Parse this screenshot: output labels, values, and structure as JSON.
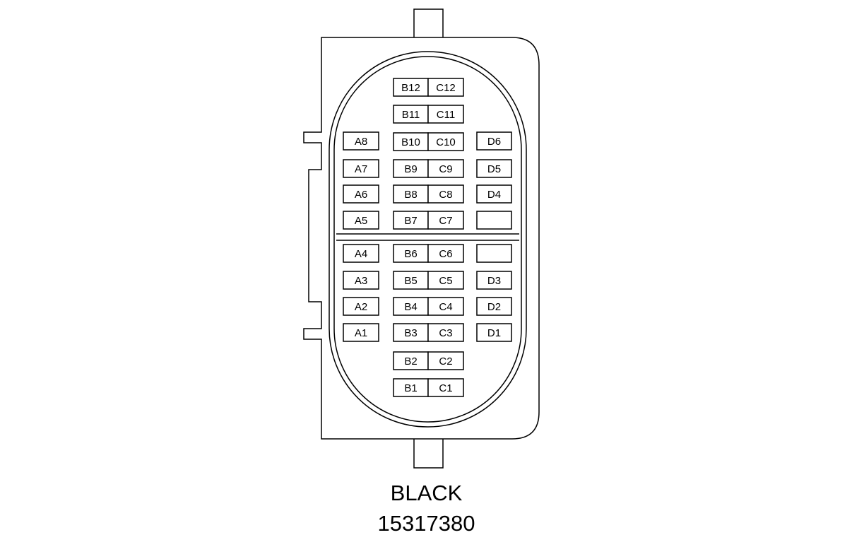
{
  "connector": {
    "color_label": "BLACK",
    "part_number": "15317380",
    "colors": {
      "line": "#000000",
      "background": "#ffffff"
    },
    "cavities": {
      "column_a": [
        "A8",
        "A7",
        "A6",
        "A5",
        "A4",
        "A3",
        "A2",
        "A1"
      ],
      "column_b": [
        "B12",
        "B11",
        "B10",
        "B9",
        "B8",
        "B7",
        "B6",
        "B5",
        "B4",
        "B3",
        "B2",
        "B1"
      ],
      "column_c": [
        "C12",
        "C11",
        "C10",
        "C9",
        "C8",
        "C7",
        "C6",
        "C5",
        "C4",
        "C3",
        "C2",
        "C1"
      ],
      "column_d": [
        "D6",
        "D5",
        "D4",
        "",
        "",
        "D3",
        "D2",
        "D1"
      ]
    }
  }
}
